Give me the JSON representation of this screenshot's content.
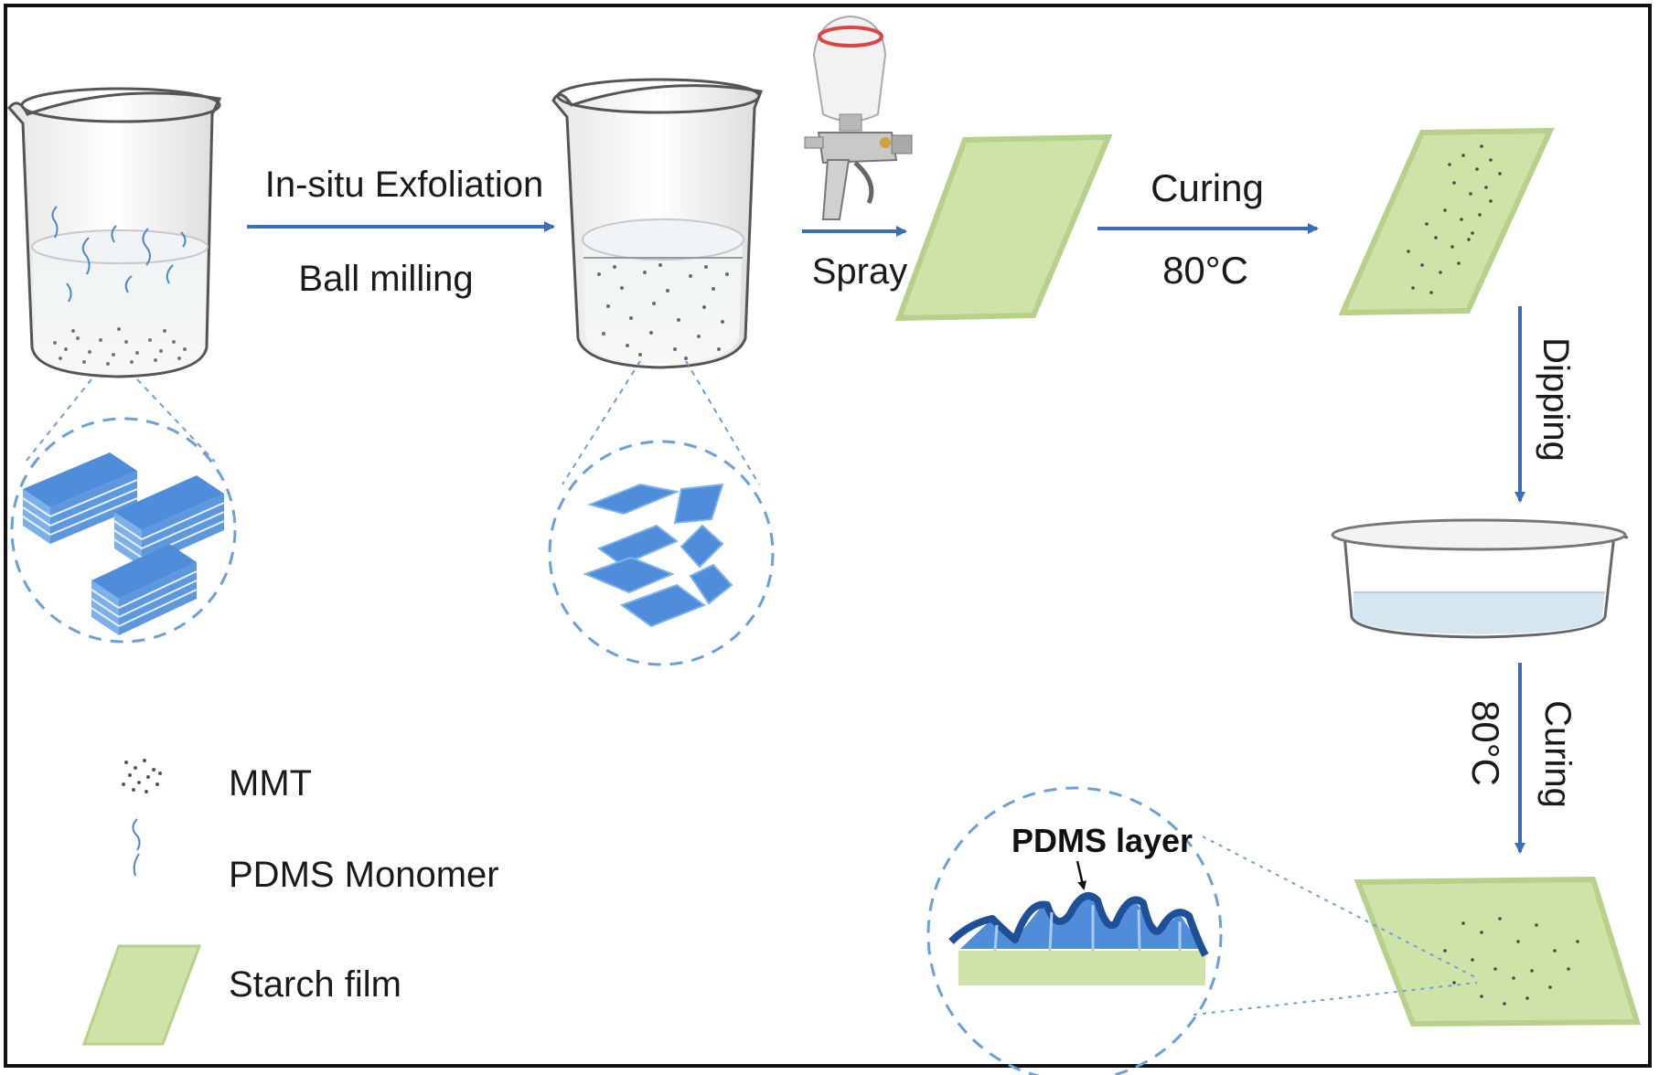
{
  "steps": {
    "exfoliation_top": "In-situ Exfoliation",
    "exfoliation_bottom": "Ball milling",
    "spray": "Spray",
    "curing1_top": "Curing",
    "curing1_bottom": "80°C",
    "dipping": "Dipping",
    "curing2_label": "Curing",
    "curing2_temp": "80°C"
  },
  "zoom": {
    "pdms_layer": "PDMS layer"
  },
  "legend": {
    "items": [
      {
        "label": "MMT",
        "icon": "mmt-particles-icon"
      },
      {
        "label": "PDMS Monomer",
        "icon": "pdms-monomer-icon"
      },
      {
        "label": "Starch film",
        "icon": "starch-film-icon"
      }
    ]
  },
  "colors": {
    "arrow": "#3a6fb8",
    "film": "#cfe3a8",
    "film_edge": "#b7d08a",
    "platelet": "#4f8ddb",
    "dashed_circle": "#6a9fdc",
    "pdms_layer": "#1f4f96"
  }
}
